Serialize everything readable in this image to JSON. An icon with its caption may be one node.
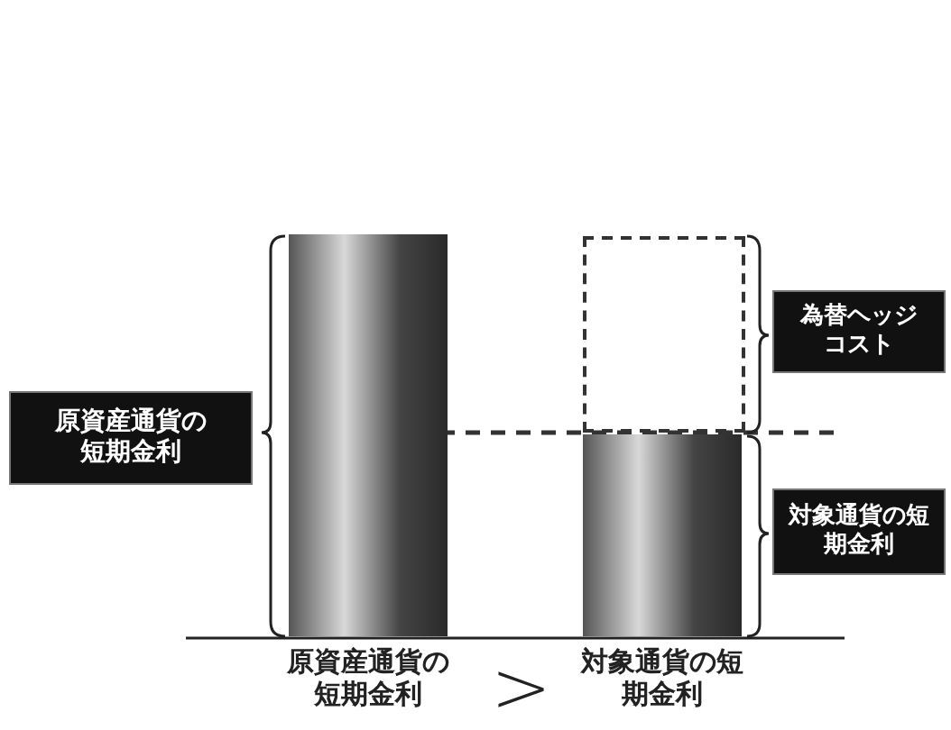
{
  "diagram": {
    "nodes": [
      {
        "text": [
          "原資産通貨の短期金利"
        ]
      },
      {
        "text": [],
        "shape": "bar",
        "beside": [
          "原資産通貨の短期金利"
        ]
      },
      {
        "text": [],
        "shape": "box"
      },
      {
        "text": [
          "為替ヘッジコスト"
        ]
      },
      {
        "text": [],
        "shape": "bar",
        "beside": [
          "対象通貨の短期金利"
        ]
      },
      {
        "text": [
          "対象通貨の短期金利"
        ]
      }
    ],
    "labels": [
      ">"
    ]
  }
}
